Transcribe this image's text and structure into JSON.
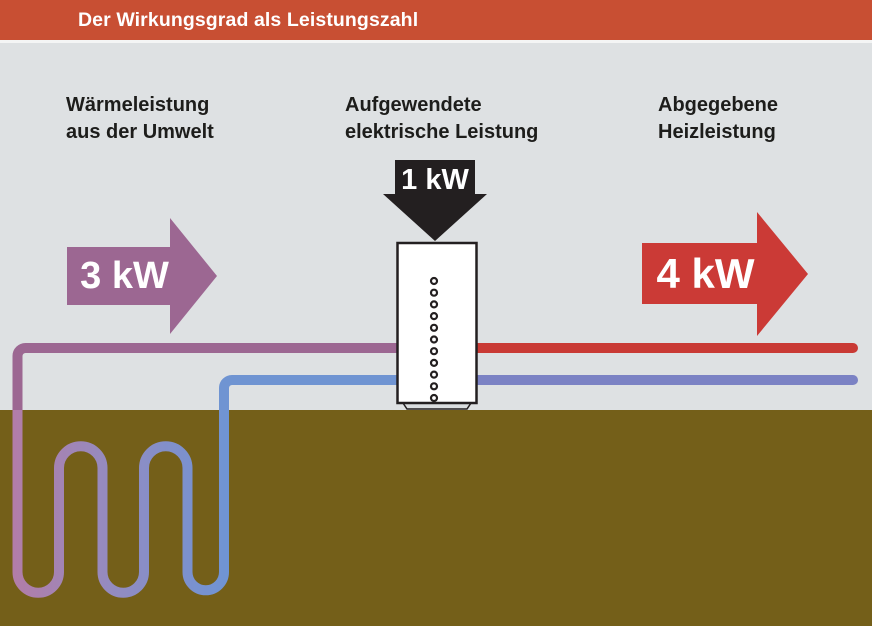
{
  "header": {
    "title": "Der Wirkungsgrad als Leistungszahl"
  },
  "labels": {
    "environment": {
      "line1": "Wärmeleistung",
      "line2": "aus der Umwelt"
    },
    "electric": {
      "line1": "Aufgewendete",
      "line2": "elektrische Leistung"
    },
    "heating": {
      "line1": "Abgegebene",
      "line2": "Heizleistung"
    }
  },
  "flows": {
    "environment": {
      "value": "3 kW",
      "direction": "right"
    },
    "electric": {
      "value": "1 kW",
      "direction": "down"
    },
    "heating": {
      "value": "4 kW",
      "direction": "right"
    }
  },
  "colors": {
    "header_bg": "#C84F33",
    "sky_background": "#DEE1E3",
    "ground": "#745F19",
    "arrow_environment": "#9C6792",
    "arrow_electric": "#231F20",
    "arrow_heating": "#CB3A36",
    "pipe_source_warm": "#9C6792",
    "pipe_source_cold": "#6F94D2",
    "pipe_heating_flow": "#C93A35",
    "pipe_heating_return": "#7B82C4",
    "coil_gradient_start": "#B27DA8",
    "coil_gradient_mid": "#948BC0",
    "coil_gradient_end": "#6F94D4",
    "text_dark": "#1D1D1B",
    "text_light": "#FFFFFF"
  }
}
